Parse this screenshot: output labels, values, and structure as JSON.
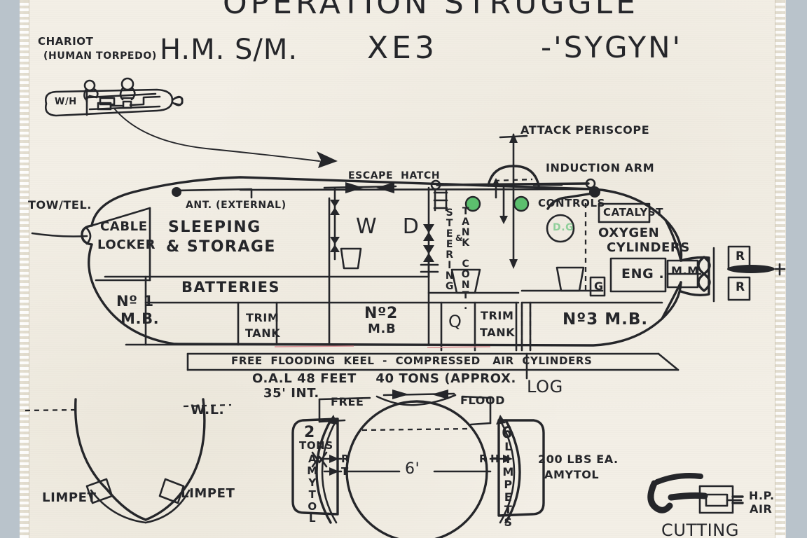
{
  "document": {
    "kind": "hand-drawn-schematic",
    "title_top": "OPERATION STRUGGLE",
    "title_main": "H.M. S/M.",
    "title_vessel": "XE3",
    "title_nickname": "-'SYGYN'"
  },
  "colors": {
    "paper": "#f3efe6",
    "background": "#b9c3cb",
    "ink": "#25262a",
    "green_marker": "#5cbf6e",
    "green_light": "#8fcf9a",
    "pencil_red": "#d98f93"
  },
  "chariot": {
    "label_line1": "CHARIOT",
    "label_line2": "(HUMAN TORPEDO)",
    "warhead_label": "W/H"
  },
  "topside": {
    "attack_periscope": "ATTACK PERISCOPE",
    "induction_arm": "INDUCTION ARM",
    "escape_hatch": "ESCAPE  HATCH",
    "antenna": "ANT. (EXTERNAL)",
    "controls": "CONTROLS",
    "tow_tel": "TOW/TEL."
  },
  "compartments": {
    "cable_locker_l1": "CABLE",
    "cable_locker_l2": "LOCKER",
    "sleeping_l1": "SLEEPING",
    "sleeping_l2": "& STORAGE",
    "batteries": "BATTERIES",
    "no1_mb_l1": "Nº 1",
    "no1_mb_l2": "M.B.",
    "trim_tank_fwd_l1": "TRIM",
    "trim_tank_fwd_l2": "TANK",
    "wd": "W  D",
    "no2_mb_l1": "Nº2",
    "no2_mb_l2": "M.B",
    "q_tank": "Q",
    "trim_tank_aft_l1": "TRIM",
    "trim_tank_aft_l2": "TANK",
    "no3_mb": "Nº3 M.B.",
    "steering": "STEERING",
    "amp": "&",
    "tank_cont": "TANK CONT.",
    "dg": "D.G",
    "catalyst": "CATALYST",
    "oxygen_l1": "OXYGEN",
    "oxygen_l2": "CYLINDERS",
    "engine": "ENG .",
    "main_motor": "M.M",
    "gyro": "G",
    "rudder_upper": "R",
    "rudder_lower": "R"
  },
  "specs": {
    "keel_line": "FREE  FLOODING  KEEL  -  COMPRESSED   AIR  CYLINDERS",
    "oal": "O.A.L 48 FEET    40 TONS (APPROX.",
    "internal": "35' INT.",
    "log": "LOG"
  },
  "cross_section": {
    "free": "FREE",
    "flood": "FLOOD",
    "amytol_side_l1": "2",
    "amytol_side_l2": "TONS",
    "amytol_side_vert": "AMYTOL",
    "limpets_vert": "LIMPETS",
    "limpets_count": "6",
    "charge_l1": "200 LBS EA.",
    "charge_l2": "AMYTOL",
    "beam": "6'",
    "release_left_h": "R",
    "release_left_t": "T",
    "release_right_r": "R",
    "release_right_h": "H"
  },
  "hull_section": {
    "waterline": "W.L.",
    "limpet_left": "LIMPET",
    "limpet_right": "LIMPET"
  },
  "cutting_tool": {
    "hp_l1": "H.P.",
    "hp_l2": "AIR",
    "caption": "CUTTING"
  }
}
